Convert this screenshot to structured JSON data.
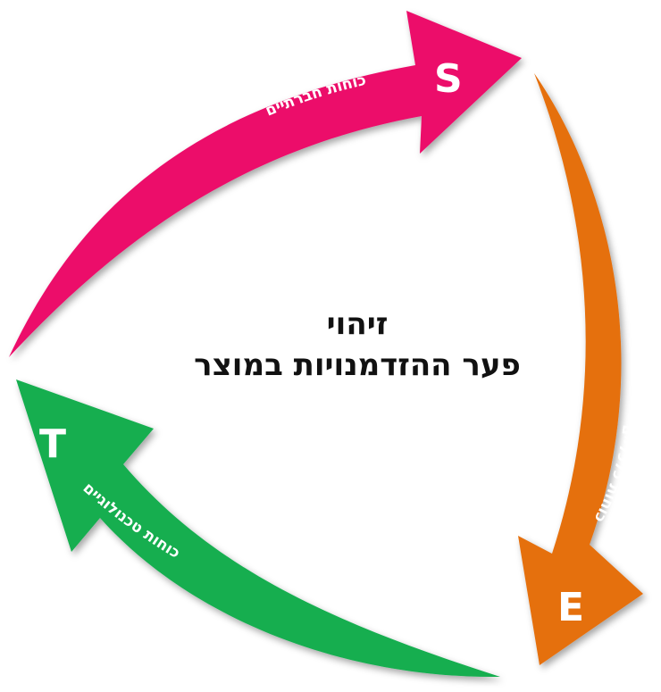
{
  "title": {
    "line1": "זיהוי",
    "line2": "פער ההזדמנויות במוצר"
  },
  "arrows": [
    {
      "letter": "S",
      "label": "כוחות חברתיים",
      "color": "#EC0E6B"
    },
    {
      "letter": "E",
      "label": "כוחות כלכליים",
      "color": "#E5700F"
    },
    {
      "letter": "T",
      "label": "כוחות טכנולוגיים",
      "color": "#12AE4F"
    }
  ]
}
